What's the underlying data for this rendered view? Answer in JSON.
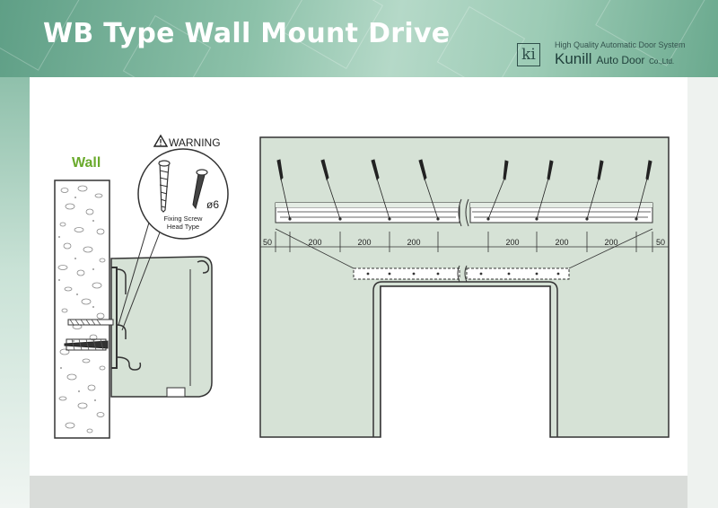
{
  "header": {
    "title": "WB Type Wall Mount Drive",
    "logo": {
      "mark": "ki",
      "tagline": "High Quality Automatic Door System",
      "brand_main": "Kunill",
      "brand_sub": "Auto Door",
      "brand_suffix": "Co.,Ltd."
    }
  },
  "left_diagram": {
    "wall_label": "Wall",
    "warning_label": "WARNING",
    "warning_icon": "warning-triangle-icon",
    "diameter_label": "ø6",
    "screw_caption_line1": "Fixing Screw",
    "screw_caption_line2": "Head Type",
    "colors": {
      "wall_label": "#6aaa2c",
      "panel": "#d6e2d6",
      "outline": "#333333"
    }
  },
  "right_diagram": {
    "dimensions": [
      "50",
      "200",
      "200",
      "200",
      "200",
      "200",
      "200",
      "50"
    ],
    "colors": {
      "wall": "#d6e2d6",
      "outline": "#333333"
    }
  }
}
